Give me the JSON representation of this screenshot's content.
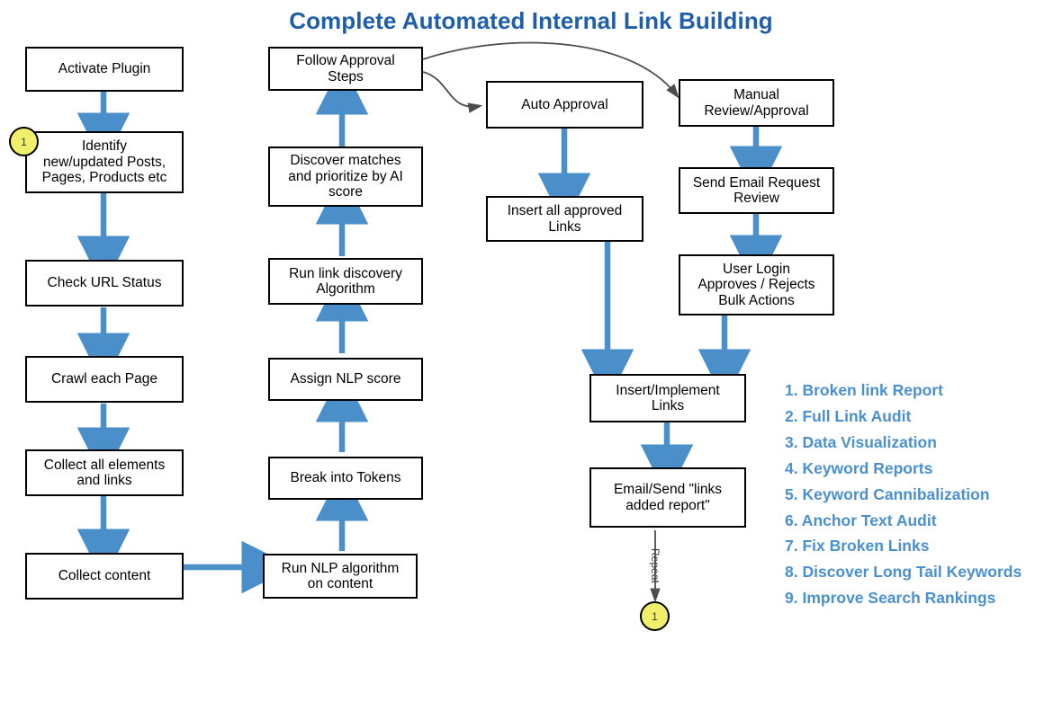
{
  "title": "Complete Automated Internal Link Building",
  "colors": {
    "title": "#1f5fa9",
    "list": "#4a90d0",
    "flow_arrow": "#4a8fc9",
    "curve_arrow": "#4d4d4d",
    "connector_fill": "#efef6b",
    "node_border": "#000000",
    "background": "#ffffff"
  },
  "nodes": {
    "activate_plugin": "Activate Plugin",
    "identify_posts": "Identify\nnew/updated Posts,\nPages, Products etc",
    "check_url_status": "Check URL Status",
    "crawl_each_page": "Crawl each Page",
    "collect_elements": "Collect all elements\nand links",
    "collect_content": "Collect content",
    "run_nlp": "Run NLP algorithm\non content",
    "break_tokens": "Break into Tokens",
    "assign_nlp_score": "Assign NLP score",
    "run_link_discovery": "Run link discovery\nAlgorithm",
    "discover_matches": "Discover matches\nand prioritize by AI\nscore",
    "follow_approval": "Follow Approval\nSteps",
    "auto_approval": "Auto Approval",
    "insert_approved": "Insert all approved\nLinks",
    "manual_review": "Manual\nReview/Approval",
    "send_email_request": "Send Email Request\nReview",
    "user_login": "User Login\nApproves / Rejects\nBulk Actions",
    "insert_implement": "Insert/Implement\nLinks",
    "email_send_report": "Email/Send \"links\nadded report\""
  },
  "connectors": {
    "start_label": "1",
    "end_label": "1"
  },
  "edge_labels": {
    "repeat": "Repeat"
  },
  "feature_list": [
    "1. Broken link Report",
    "2. Full Link Audit",
    "3. Data Visualization",
    "4. Keyword Reports",
    "5. Keyword Cannibalization",
    "6. Anchor Text Audit",
    "7. Fix Broken Links",
    "8. Discover Long Tail Keywords",
    "9. Improve Search Rankings"
  ]
}
